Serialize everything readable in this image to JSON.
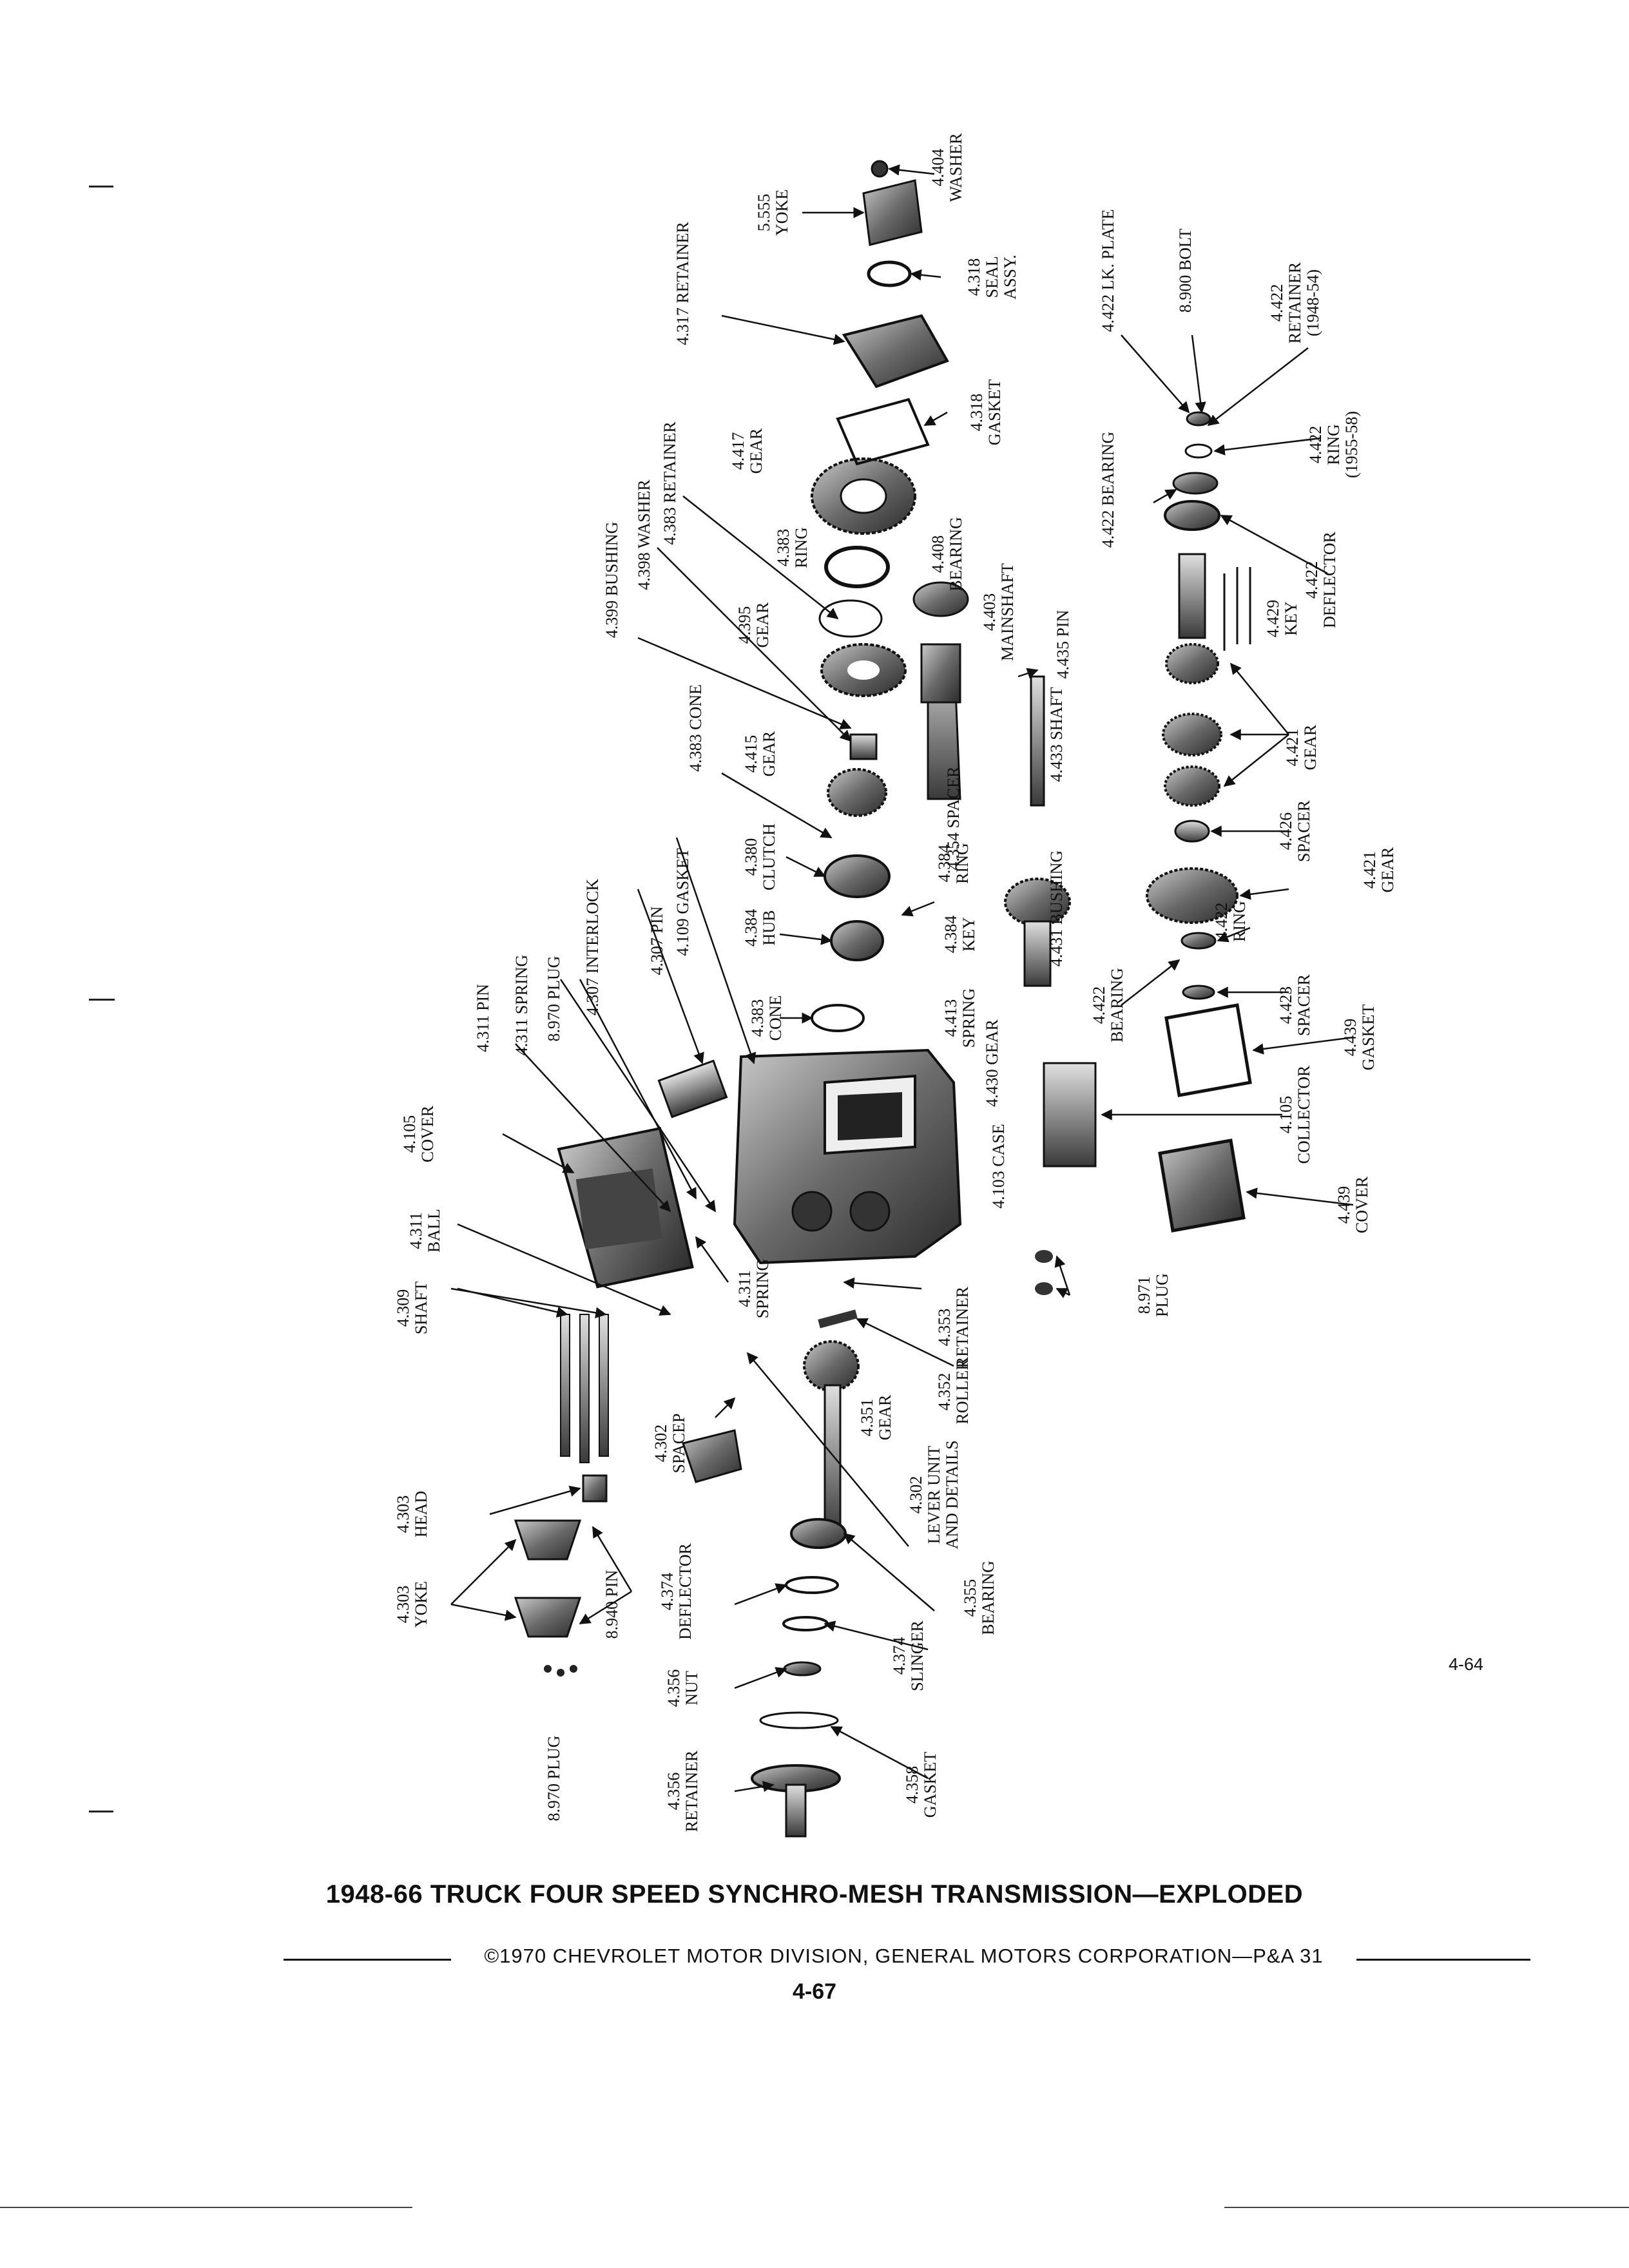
{
  "callouts": [
    {
      "id": "4.404",
      "lines": [
        "4.404",
        "WASHER"
      ]
    },
    {
      "id": "5.555",
      "lines": [
        "5.555",
        "YOKE"
      ]
    },
    {
      "id": "4.318-seal",
      "lines": [
        "4.318",
        "SEAL",
        "ASSY."
      ]
    },
    {
      "id": "4.317",
      "lines": [
        "4.317 RETAINER"
      ]
    },
    {
      "id": "4.318-gasket",
      "lines": [
        "4.318",
        "GASKET"
      ]
    },
    {
      "id": "4.417",
      "lines": [
        "4.417",
        "GEAR"
      ]
    },
    {
      "id": "4.383-retainer",
      "lines": [
        "4.383 RETAINER"
      ]
    },
    {
      "id": "4.383-ring",
      "lines": [
        "4.383",
        "RING"
      ]
    },
    {
      "id": "4.408",
      "lines": [
        "4.408",
        "BEARING"
      ]
    },
    {
      "id": "4.398",
      "lines": [
        "4.398 WASHER"
      ]
    },
    {
      "id": "4.399",
      "lines": [
        "4.399 BUSHING"
      ]
    },
    {
      "id": "4.395",
      "lines": [
        "4.395",
        "GEAR"
      ]
    },
    {
      "id": "4.403",
      "lines": [
        "4.403",
        "MAINSHAFT"
      ]
    },
    {
      "id": "4.435",
      "lines": [
        "4.435 PIN"
      ]
    },
    {
      "id": "4.433",
      "lines": [
        "4.433 SHAFT"
      ]
    },
    {
      "id": "4.383-cone-top",
      "lines": [
        "4.383 CONE"
      ]
    },
    {
      "id": "4.415",
      "lines": [
        "4.415",
        "GEAR"
      ]
    },
    {
      "id": "4.354",
      "lines": [
        "4.354 SPACER"
      ]
    },
    {
      "id": "4.380",
      "lines": [
        "4.380",
        "CLUTCH"
      ]
    },
    {
      "id": "4.384-ring",
      "lines": [
        "4.384",
        "RING"
      ]
    },
    {
      "id": "4.431",
      "lines": [
        "4.431 BUSHING"
      ]
    },
    {
      "id": "4.109",
      "lines": [
        "4.109 GASKET"
      ]
    },
    {
      "id": "4.384-hub",
      "lines": [
        "4.384",
        "HUB"
      ]
    },
    {
      "id": "4.384-key",
      "lines": [
        "4.384",
        "KEY"
      ]
    },
    {
      "id": "4.307-pin",
      "lines": [
        "4.307 PIN"
      ]
    },
    {
      "id": "4.307-interlock",
      "lines": [
        "4.307 INTERLOCK"
      ]
    },
    {
      "id": "8.970-plug-top",
      "lines": [
        "8.970 PLUG"
      ]
    },
    {
      "id": "4.311-spring-top",
      "lines": [
        "4.311 SPRING"
      ]
    },
    {
      "id": "4.311-pin",
      "lines": [
        "4.311 PIN"
      ]
    },
    {
      "id": "4.383-cone",
      "lines": [
        "4.383",
        "CONE"
      ]
    },
    {
      "id": "4.413",
      "lines": [
        "4.413",
        "SPRING"
      ]
    },
    {
      "id": "4.430",
      "lines": [
        "4.430 GEAR"
      ]
    },
    {
      "id": "4.105-cover",
      "lines": [
        "4.105",
        "COVER"
      ]
    },
    {
      "id": "4.311-ball",
      "lines": [
        "4.311",
        "BALL"
      ]
    },
    {
      "id": "4.103",
      "lines": [
        "4.103 CASE"
      ]
    },
    {
      "id": "4.309",
      "lines": [
        "4.309",
        "SHAFT"
      ]
    },
    {
      "id": "4.311-spring",
      "lines": [
        "4.311",
        "SPRING"
      ]
    },
    {
      "id": "4.353",
      "lines": [
        "4.353",
        "RETAINER"
      ]
    },
    {
      "id": "4.352",
      "lines": [
        "4.352",
        "ROLLER"
      ]
    },
    {
      "id": "8.971",
      "lines": [
        "8.971",
        "PLUG"
      ]
    },
    {
      "id": "4.351",
      "lines": [
        "4.351",
        "GEAR"
      ]
    },
    {
      "id": "4.302-spacer",
      "lines": [
        "4.302",
        "SPACEP"
      ]
    },
    {
      "id": "4.302-lever",
      "lines": [
        "4.302",
        "LEVER UNIT",
        "AND DETAILS"
      ]
    },
    {
      "id": "4.303-head",
      "lines": [
        "4.303",
        "HEAD"
      ]
    },
    {
      "id": "4.303-yoke",
      "lines": [
        "4.303",
        "YOKE"
      ]
    },
    {
      "id": "8.940",
      "lines": [
        "8.940 PIN"
      ]
    },
    {
      "id": "4.374-deflector",
      "lines": [
        "4.374",
        "DEFLECTOR"
      ]
    },
    {
      "id": "4.355",
      "lines": [
        "4.355",
        "BEARING"
      ]
    },
    {
      "id": "4.374-slinger",
      "lines": [
        "4.374",
        "SLINGER"
      ]
    },
    {
      "id": "4.356-nut",
      "lines": [
        "4.356",
        "NUT"
      ]
    },
    {
      "id": "8.970-plug",
      "lines": [
        "8.970 PLUG"
      ]
    },
    {
      "id": "4.356-retainer",
      "lines": [
        "4.356",
        "RETAINER"
      ]
    },
    {
      "id": "4.358",
      "lines": [
        "4.358",
        "GASKET"
      ]
    },
    {
      "id": "4.422-lk",
      "lines": [
        "4.422 LK. PLATE"
      ]
    },
    {
      "id": "8.900",
      "lines": [
        "8.900 BOLT"
      ]
    },
    {
      "id": "4.422-retainer",
      "lines": [
        "4.422",
        "RETAINER",
        "(1948-54)"
      ]
    },
    {
      "id": "4.422-ring-a",
      "lines": [
        "4.422",
        "RING",
        "(1955-58)"
      ]
    },
    {
      "id": "4.422-bearing",
      "lines": [
        "4.422 BEARING"
      ]
    },
    {
      "id": "4.422-deflector",
      "lines": [
        "4.422",
        "DEFLECTOR"
      ]
    },
    {
      "id": "4.429",
      "lines": [
        "4.429",
        "KEY"
      ]
    },
    {
      "id": "4.421-gear-a",
      "lines": [
        "4.421",
        "GEAR"
      ]
    },
    {
      "id": "4.426",
      "lines": [
        "4.426",
        "SPACER"
      ]
    },
    {
      "id": "4.421-gear-b",
      "lines": [
        "4.421",
        "GEAR"
      ]
    },
    {
      "id": "4.422-ring-b",
      "lines": [
        "4.422",
        "RING"
      ]
    },
    {
      "id": "4.422-bearing-b",
      "lines": [
        "4.422",
        "BEARING"
      ]
    },
    {
      "id": "4.423",
      "lines": [
        "4.423",
        "SPACER"
      ]
    },
    {
      "id": "4.439-gasket",
      "lines": [
        "4.439",
        "GASKET"
      ]
    },
    {
      "id": "4.105-collector",
      "lines": [
        "4.105",
        "COLLECTOR"
      ]
    },
    {
      "id": "4.439-cover",
      "lines": [
        "4.439",
        "COVER"
      ]
    }
  ],
  "figure_ref": "4-64",
  "title": "1948-66 TRUCK FOUR SPEED SYNCHRO-MESH TRANSMISSION—EXPLODED",
  "credit": "©1970 CHEVROLET MOTOR DIVISION, GENERAL MOTORS CORPORATION—P&A 31",
  "page_number": "4-67"
}
